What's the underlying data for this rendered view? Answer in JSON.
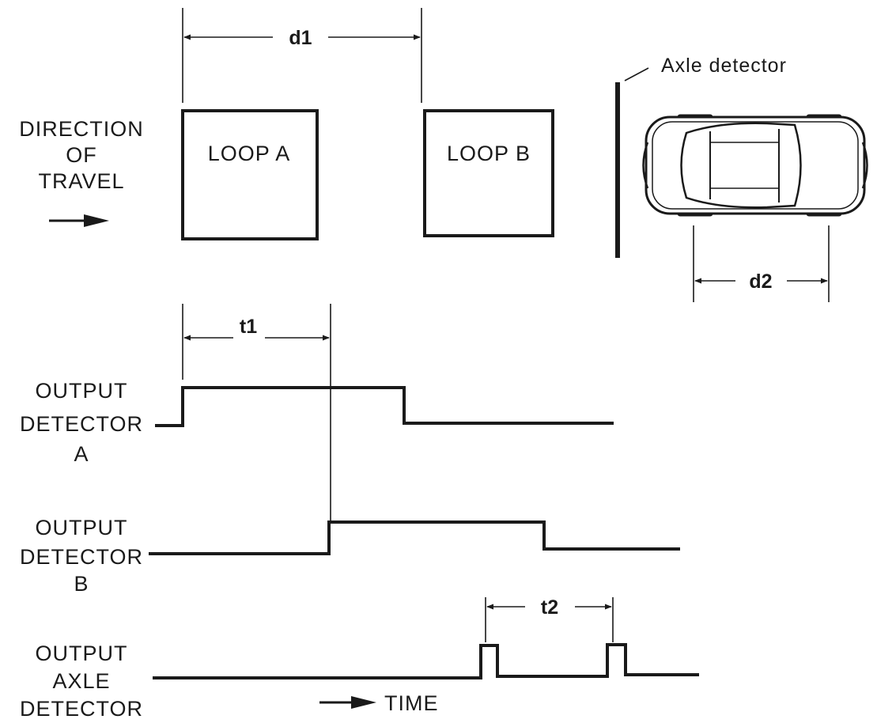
{
  "direction": {
    "line1": "DIRECTION",
    "line2": "OF",
    "line3": "TRAVEL"
  },
  "loop_a": {
    "label": "LOOP A"
  },
  "loop_b": {
    "label": "LOOP B"
  },
  "axle_detector": {
    "label": "Axle detector"
  },
  "dimensions": {
    "d1": "d1",
    "d2": "d2",
    "t1": "t1",
    "t2": "t2"
  },
  "signals": {
    "a": {
      "line1": "OUTPUT",
      "line2": "DETECTOR",
      "line3": "A"
    },
    "b": {
      "line1": "OUTPUT",
      "line2": "DETECTOR",
      "line3": "B"
    },
    "axle": {
      "line1": "OUTPUT",
      "line2": "AXLE",
      "line3": "DETECTOR"
    }
  },
  "time_axis": {
    "label": "TIME"
  }
}
